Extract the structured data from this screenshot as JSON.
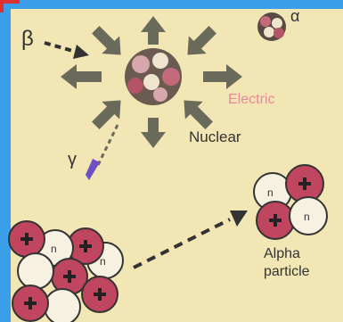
{
  "labels": {
    "beta": "β",
    "alpha": "α",
    "electric": "Electric",
    "nuclear": "Nuclear",
    "gamma": "γ",
    "alpha_particle_line1": "Alpha",
    "alpha_particle_line2": "particle"
  },
  "colors": {
    "background_frame": "#3a9ee8",
    "panel": "#f1e6b4",
    "arrow": "#6a6a5a",
    "electric_text": "#e8899c",
    "text": "#333333",
    "proton": "#c0455f",
    "neutron": "#f6f1e0",
    "gamma_mark": "#6f4fc4"
  }
}
